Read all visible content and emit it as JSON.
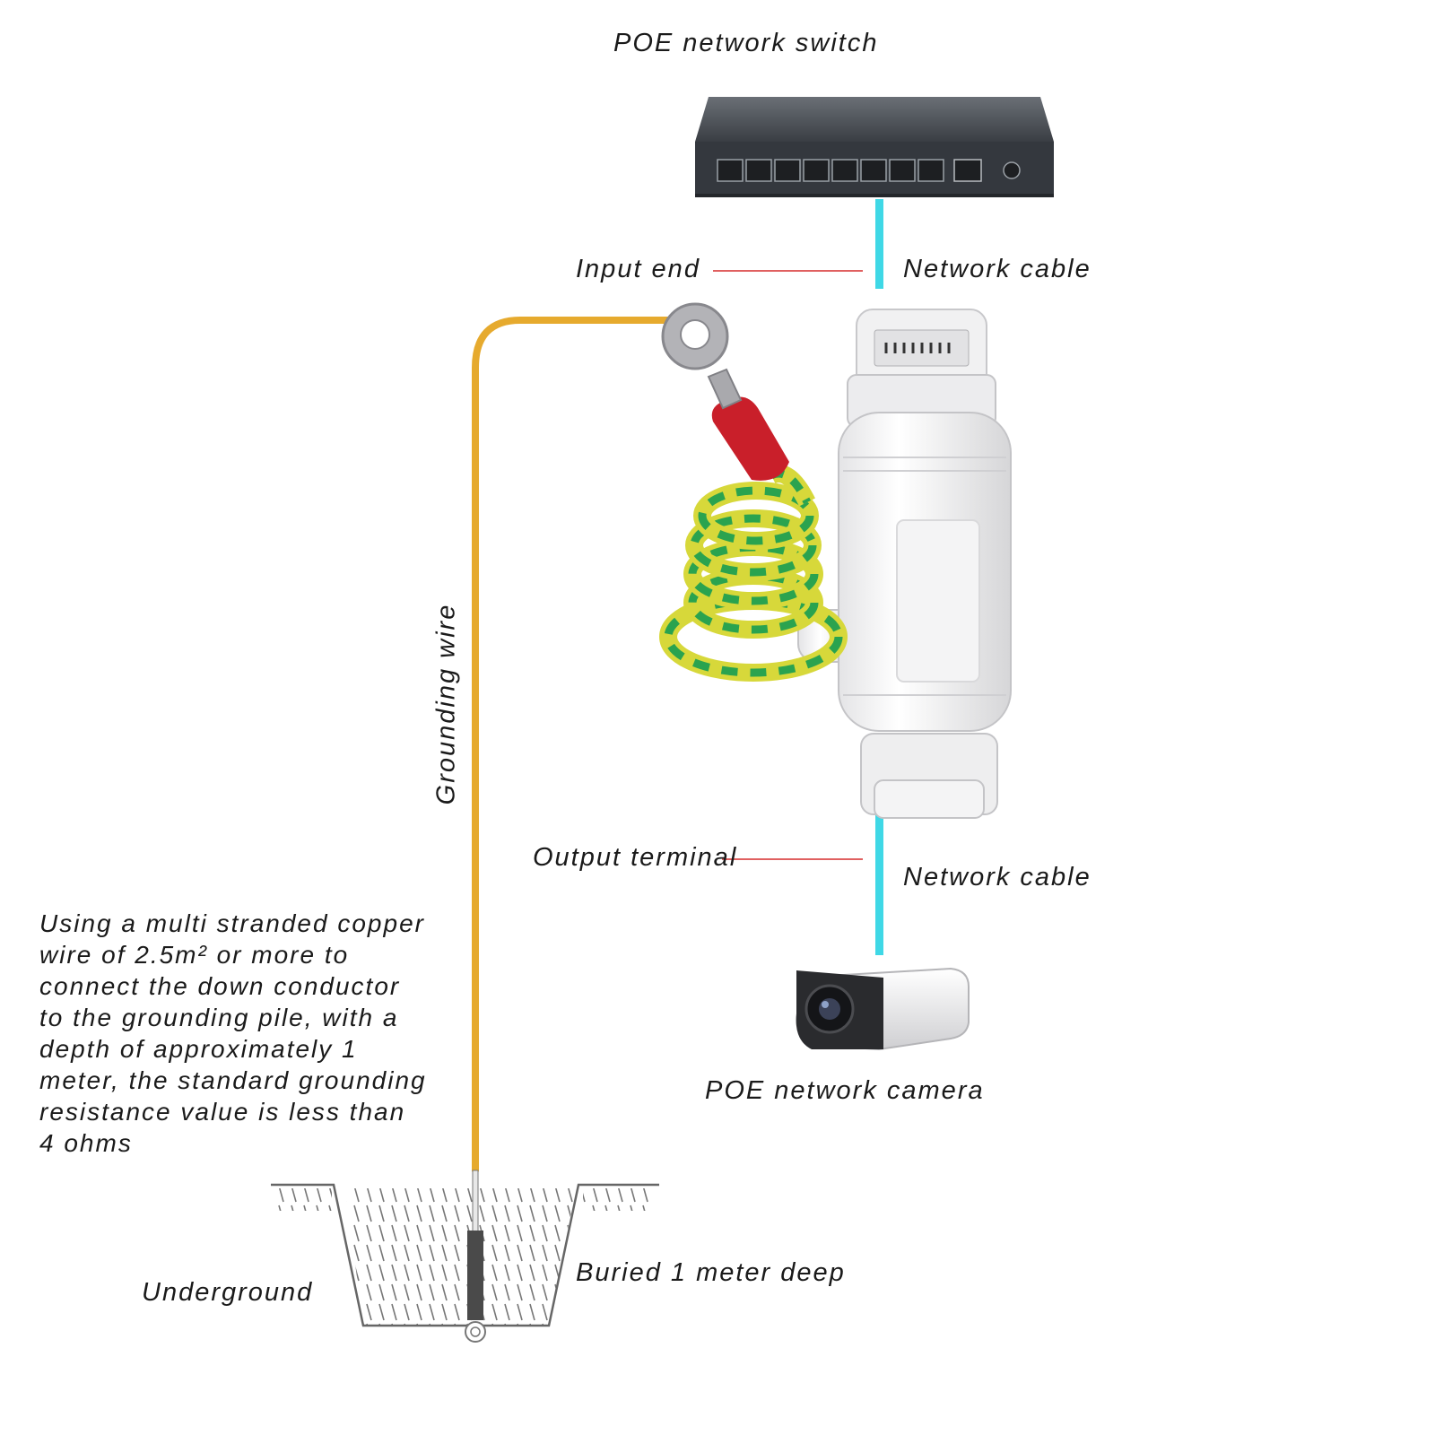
{
  "labels": {
    "switch": "POE network switch",
    "input_end": "Input end",
    "network_cable_top": "Network cable",
    "grounding_wire": "Grounding wire",
    "output_terminal": "Output terminal",
    "network_cable_bottom": "Network cable",
    "camera": "POE network camera",
    "buried": "Buried 1 meter deep",
    "underground": "Underground"
  },
  "note_lines": [
    "Using a multi stranded copper",
    "wire of 2.5m² or more to",
    "connect the down conductor",
    "to the grounding pile, with a",
    "depth of approximately 1",
    "meter, the standard grounding",
    "resistance value is less than",
    "4 ohms"
  ],
  "colors": {
    "cable": "#3fd8e6",
    "ground_wire": "#e6aa2e",
    "leader_line": "#e06060",
    "switch_body": "#3c4148"
  }
}
